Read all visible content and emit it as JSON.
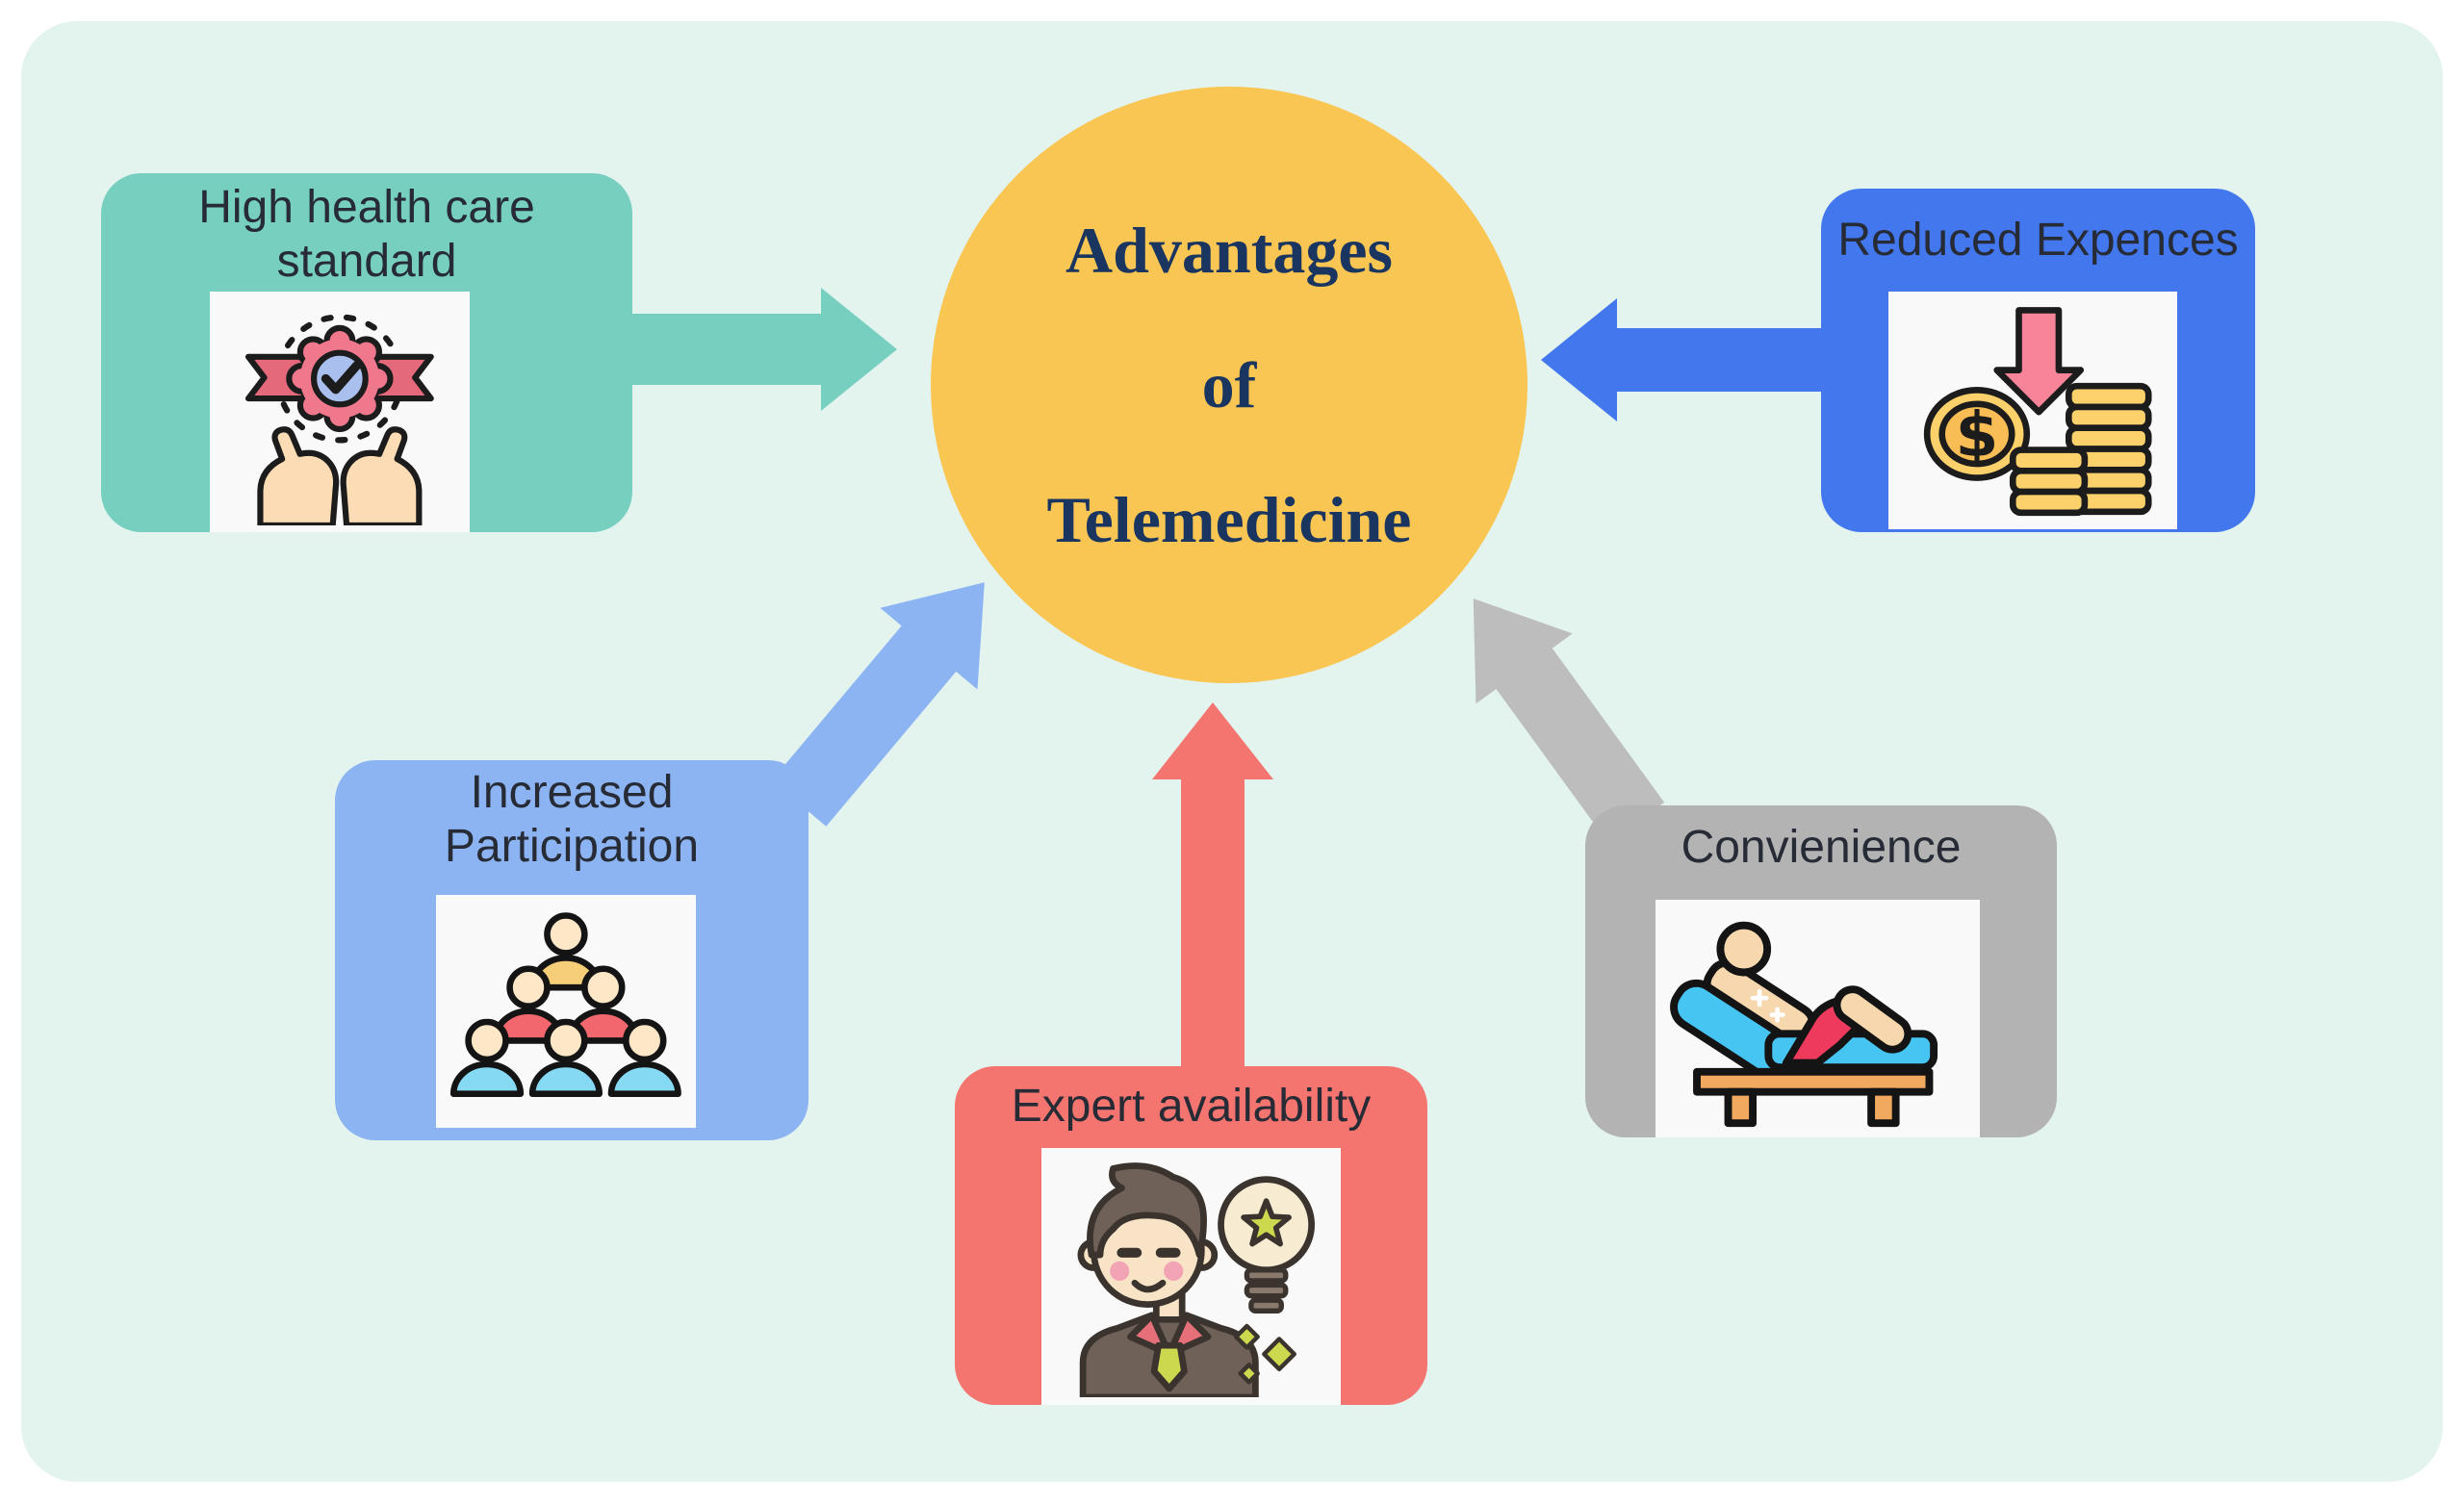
{
  "panel": {
    "bg": "#e3f3ee",
    "outer_bg": "#ffffff"
  },
  "title": {
    "lines": [
      "Advantages",
      "of",
      "Telemedicine"
    ]
  },
  "center": {
    "fill": "#f9c653",
    "text_color": "#1a3560"
  },
  "label_color": "#262b36",
  "nodes": [
    {
      "id": "high-health-care-standard",
      "lines": [
        "High health care",
        "standard"
      ],
      "fill": "#77cfc0",
      "icon": "award-in-hands-icon"
    },
    {
      "id": "reduced-expences",
      "lines": [
        "Reduced Expences"
      ],
      "fill": "#4377ee",
      "icon": "cost-reduction-icon"
    },
    {
      "id": "increased-participation",
      "lines": [
        "Increased",
        "Participation"
      ],
      "fill": "#8cb4f2",
      "icon": "people-pyramid-icon"
    },
    {
      "id": "expert-availability",
      "lines": [
        "Expert availability"
      ],
      "fill": "#f4756f",
      "icon": "expert-lightbulb-icon"
    },
    {
      "id": "convienience",
      "lines": [
        "Convienience"
      ],
      "fill": "#b3b3b3",
      "icon": "recliner-patient-icon"
    }
  ],
  "arrows": [
    {
      "from": "high-health-care-standard",
      "to": "center",
      "color": "#77cfc0"
    },
    {
      "from": "reduced-expences",
      "to": "center",
      "color": "#4377ee"
    },
    {
      "from": "increased-participation",
      "to": "center",
      "color": "#8cb4f2"
    },
    {
      "from": "expert-availability",
      "to": "center",
      "color": "#f4756f"
    },
    {
      "from": "convienience",
      "to": "center",
      "color": "#bdbdbd"
    }
  ]
}
